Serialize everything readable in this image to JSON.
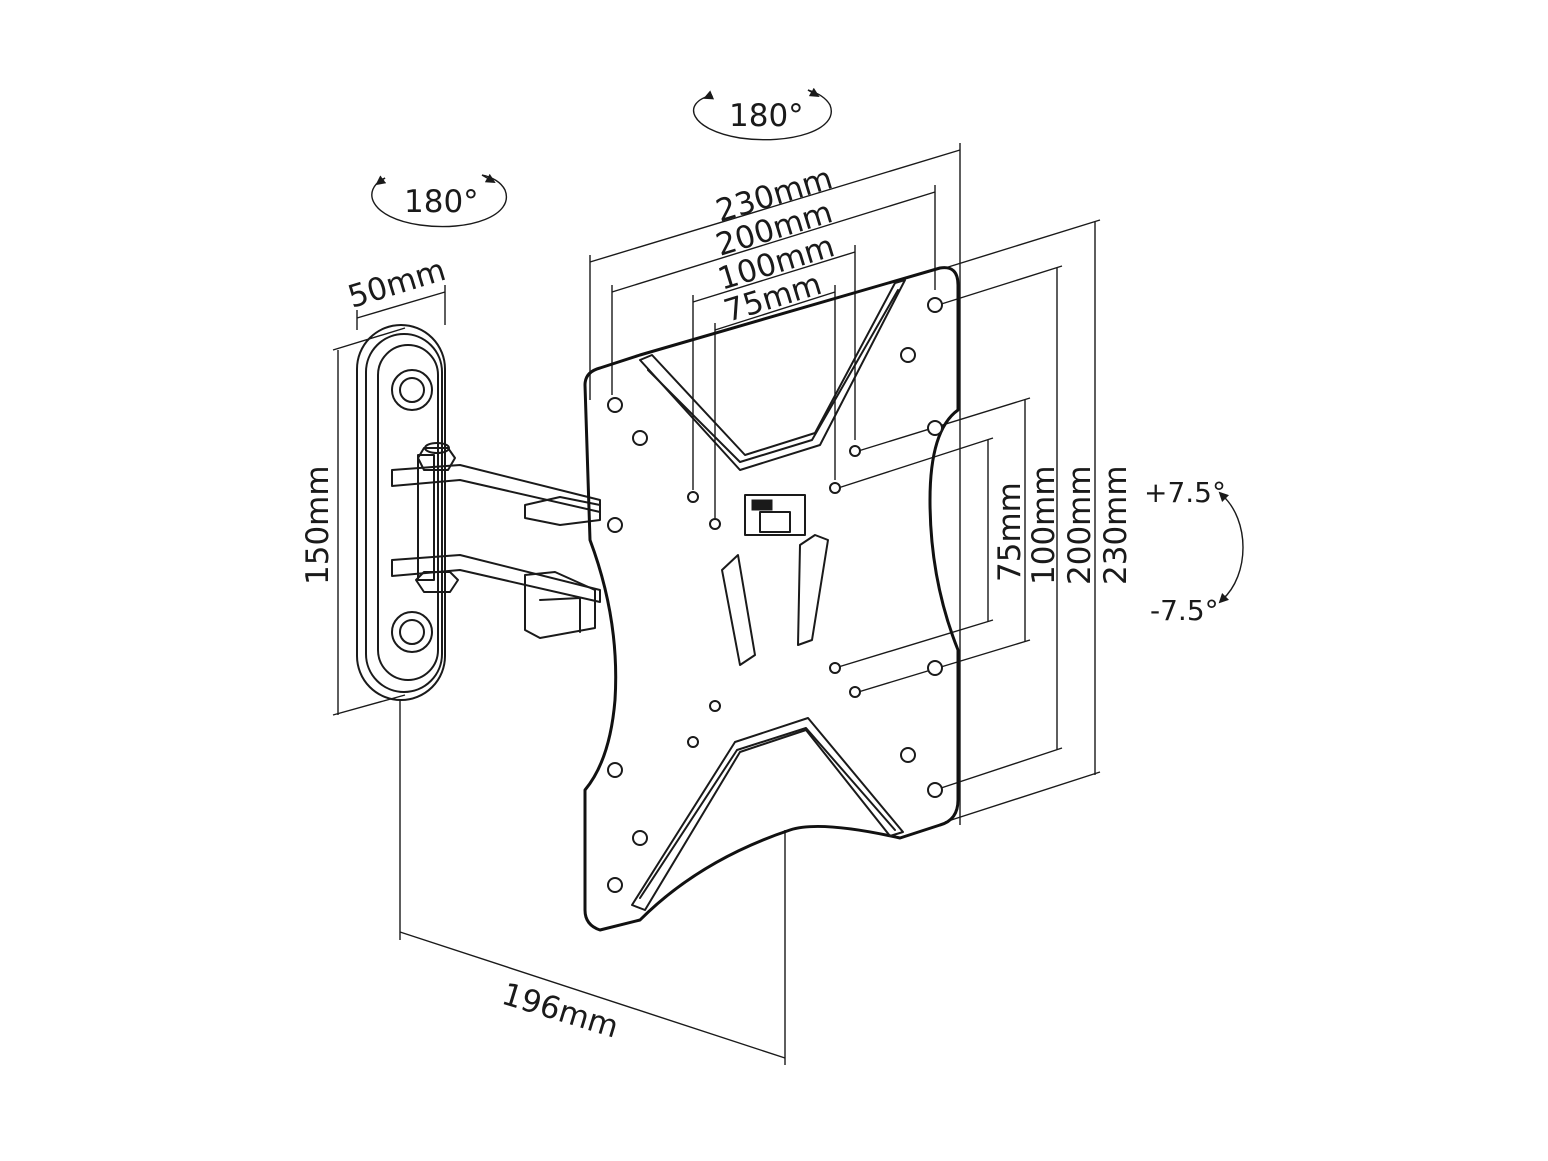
{
  "diagram": {
    "rotation_labels": {
      "top": "180°",
      "left": "180°"
    },
    "dimensions": {
      "horizontal": [
        "230mm",
        "200mm",
        "100mm",
        "75mm"
      ],
      "vertical": [
        "75mm",
        "100mm",
        "200mm",
        "230mm"
      ],
      "wall_plate_width": "50mm",
      "wall_plate_height": "150mm",
      "arm_depth": "196mm"
    },
    "tilt": {
      "up": "+7.5°",
      "down": "-7.5°"
    },
    "icons": [
      "rotation-arrow-icon",
      "tilt-arc-arrow-icon"
    ]
  }
}
